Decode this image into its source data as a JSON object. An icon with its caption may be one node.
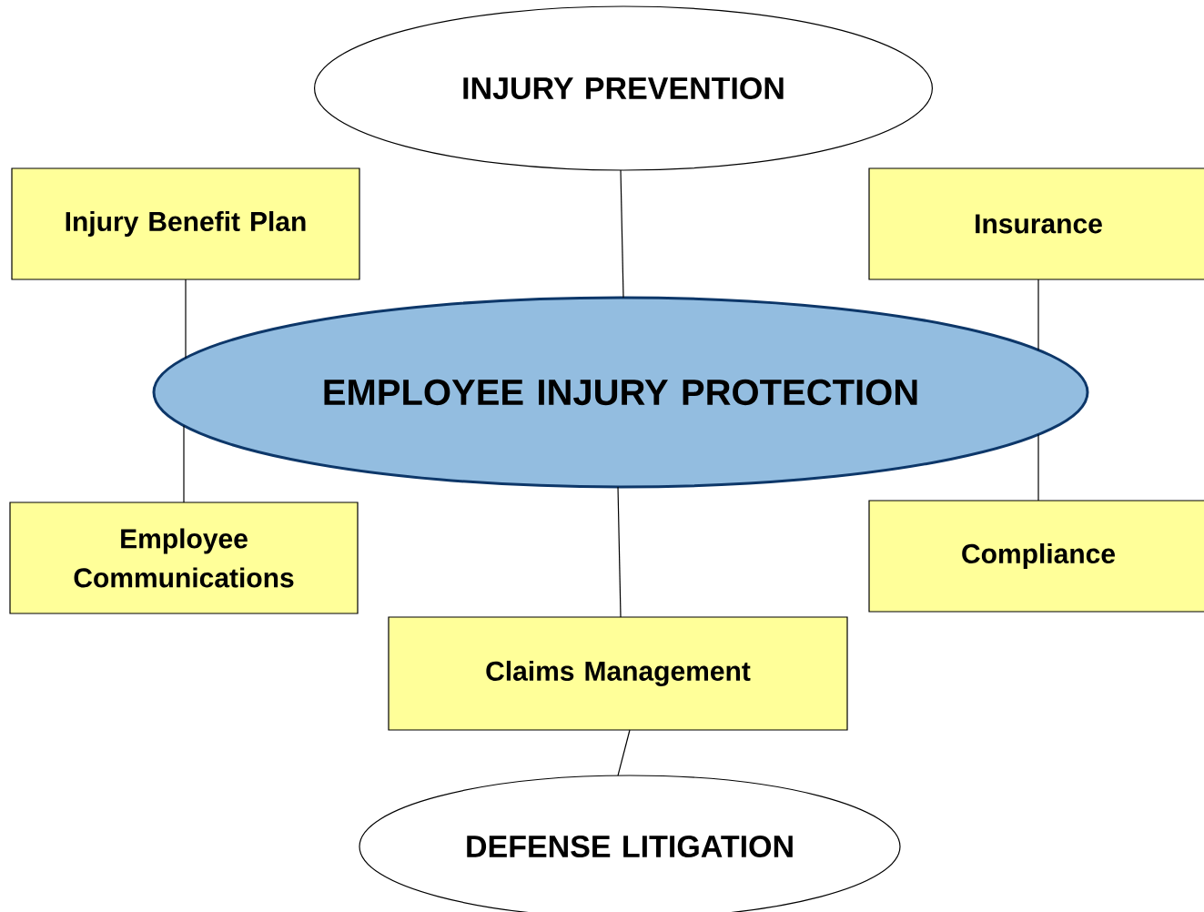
{
  "diagram": {
    "nodes": [
      {
        "text": [
          "INJURY PREVENTION"
        ]
      },
      {
        "text": [
          "Injury Benefit Plan"
        ]
      },
      {
        "text": [
          "Insurance"
        ]
      },
      {
        "text": [
          "EMPLOYEE INJURY PROTECTION"
        ]
      },
      {
        "text": [
          "Employee Communications"
        ]
      },
      {
        "text": [
          "Compliance"
        ]
      },
      {
        "text": [
          "Claims Management"
        ]
      },
      {
        "text": [
          "DEFENSE LITIGATION"
        ]
      }
    ],
    "edges": [
      {
        "from": 0,
        "to": 3,
        "arrow": "none"
      },
      {
        "from": 1,
        "to": 3,
        "arrow": "none"
      },
      {
        "from": 2,
        "to": 3,
        "arrow": "none"
      },
      {
        "from": 4,
        "to": 3,
        "arrow": "none"
      },
      {
        "from": 5,
        "to": 3,
        "arrow": "none"
      },
      {
        "from": 3,
        "to": 6,
        "arrow": "none"
      },
      {
        "from": 6,
        "to": 7,
        "arrow": "none"
      }
    ]
  }
}
